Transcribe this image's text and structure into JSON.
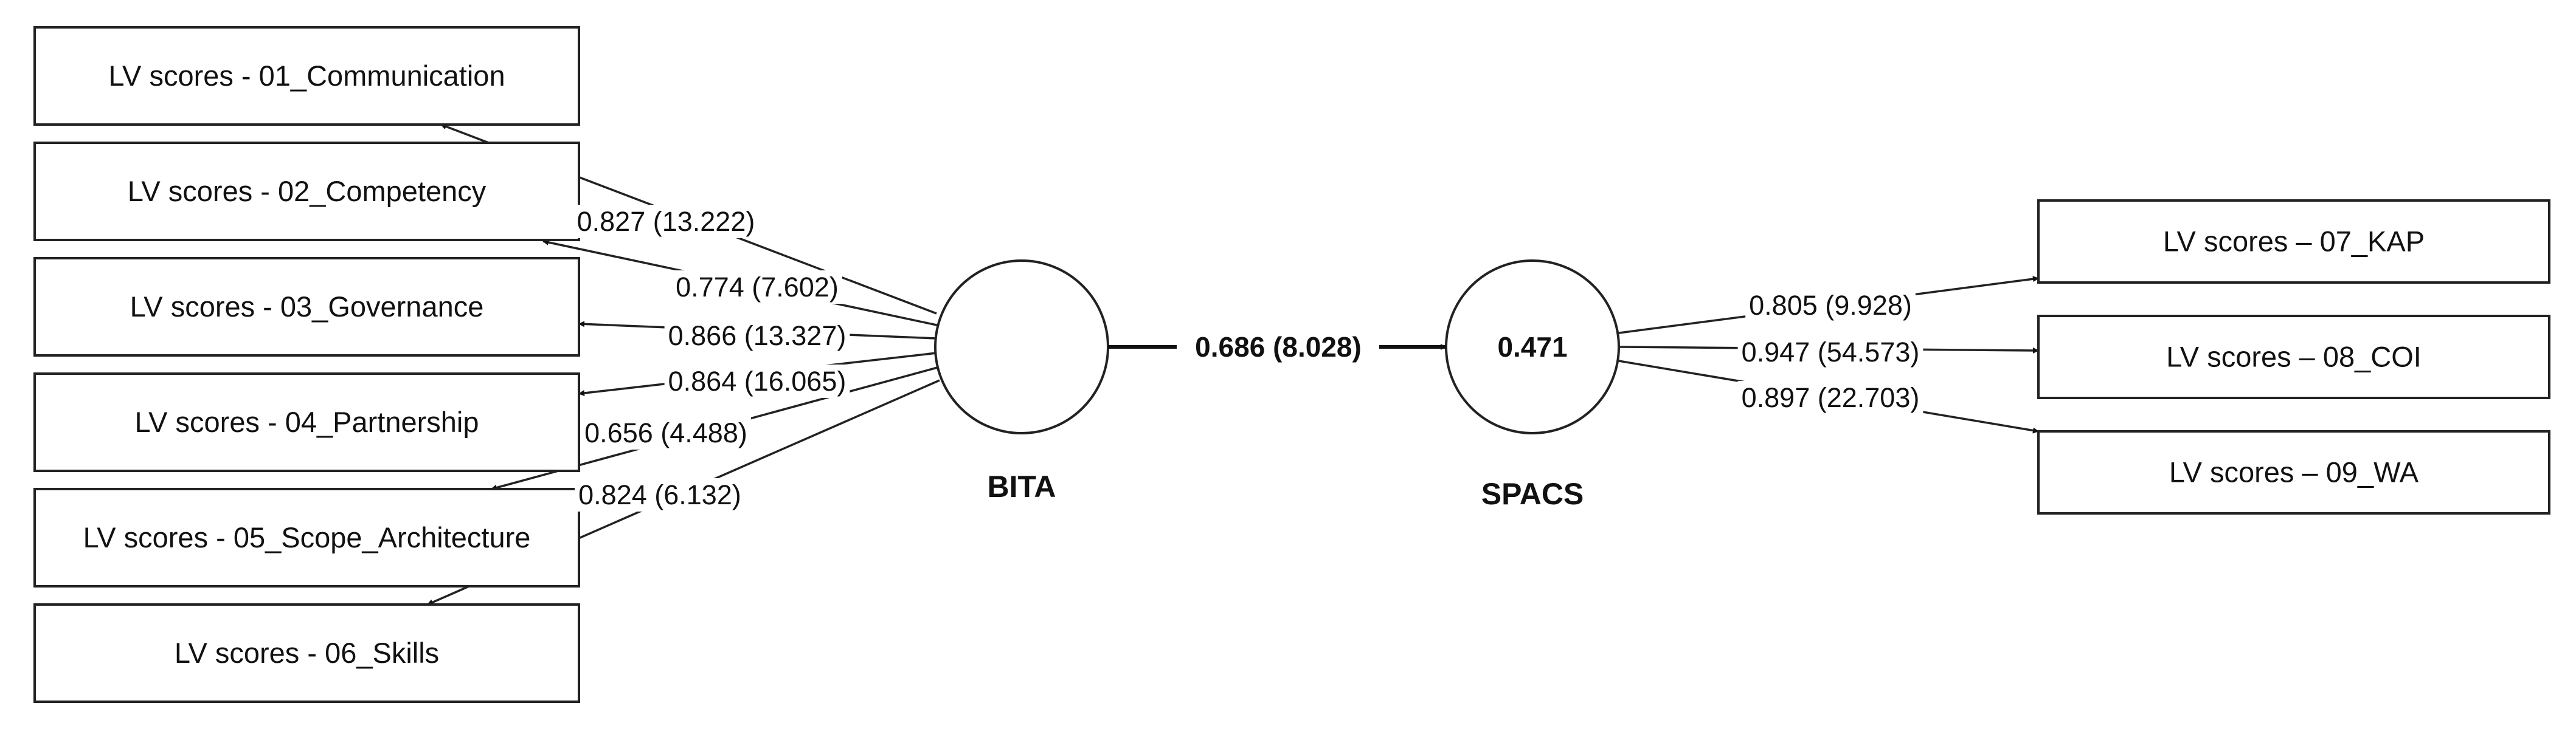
{
  "latent_variables": {
    "bita": {
      "caption": "BITA",
      "value": ""
    },
    "spacs": {
      "caption": "SPACS",
      "value": "0.471"
    }
  },
  "indicators_left": [
    {
      "label": "LV scores - 01_Communication",
      "loading": "0.827 (13.222)"
    },
    {
      "label": "LV scores - 02_Competency",
      "loading": "0.774 (7.602)"
    },
    {
      "label": "LV scores - 03_Governance",
      "loading": "0.866 (13.327)"
    },
    {
      "label": "LV scores - 04_Partnership",
      "loading": "0.864 (16.065)"
    },
    {
      "label": "LV scores - 05_Scope_Architecture",
      "loading": "0.656 (4.488)"
    },
    {
      "label": "LV scores - 06_Skills",
      "loading": "0.824 (6.132)"
    }
  ],
  "indicators_right": [
    {
      "label": "LV scores – 07_KAP",
      "loading": "0.805 (9.928)"
    },
    {
      "label": "LV scores – 08_COI",
      "loading": "0.947 (54.573)"
    },
    {
      "label": "LV scores – 09_WA",
      "loading": "0.897 (22.703)"
    }
  ],
  "structural_path": {
    "from": "BITA",
    "to": "SPACS",
    "label": "0.686 (8.028)"
  }
}
